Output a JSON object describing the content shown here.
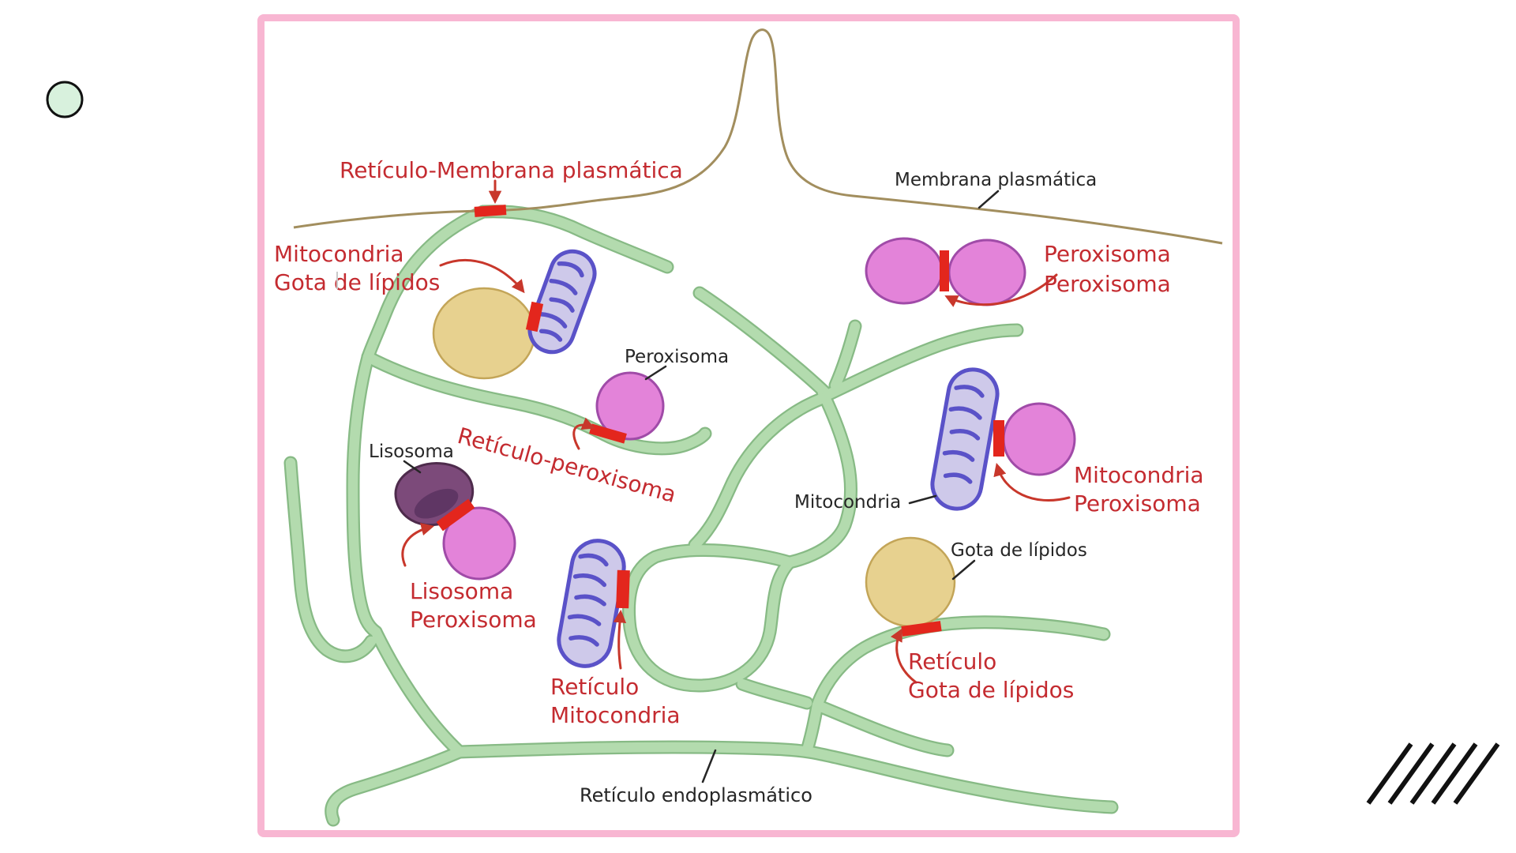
{
  "labels": {
    "reticulo_membrana": "Retículo-Membrana plasmática",
    "membrana_plasmatica": "Membrana plasmática",
    "mitocondria_gota": [
      "Mitocondria",
      "Gota de lípidos"
    ],
    "peroxisoma_peroxisoma": [
      "Peroxisoma",
      "Peroxisoma"
    ],
    "peroxisoma": "Peroxisoma",
    "reticulo_peroxisoma": "Retículo-peroxisoma",
    "lisosoma": "Lisosoma",
    "lisosoma_peroxisoma": [
      "Lisosoma",
      "Peroxisoma"
    ],
    "mitocondria": "Mitocondria",
    "mitocondria_peroxisoma": [
      "Mitocondria",
      "Peroxisoma"
    ],
    "gota_de_lipidos": "Gota de lípidos",
    "reticulo_gota": [
      "Retículo",
      "Gota de lípidos"
    ],
    "reticulo_mitocondria": [
      "Retículo",
      "Mitocondria"
    ],
    "reticulo_endoplasmatico": "Retículo endoplasmático"
  },
  "colors": {
    "pink_border": "#F8B6D2",
    "er_fill": "#B3DBAE",
    "er_edge": "#87BA85",
    "membrane": "#A28E5E",
    "mito_outline": "#5A52C8",
    "mito_fill": "#CEC9EA",
    "perox_fill": "#E383D9",
    "perox_edge": "#A04BA8",
    "droplet_fill": "#E7D18F",
    "droplet_edge": "#C3A558",
    "lyso_fill": "#7C4A7A",
    "lyso_dark": "#5A3260",
    "lyso_edge": "#4E2B4C",
    "contact_red": "#E3261D",
    "label_red": "#C42B30",
    "arrow_red": "#C8372B",
    "label_black": "#262626",
    "decor_circle_fill": "#D8F1DD",
    "decor_ink": "#111111"
  }
}
